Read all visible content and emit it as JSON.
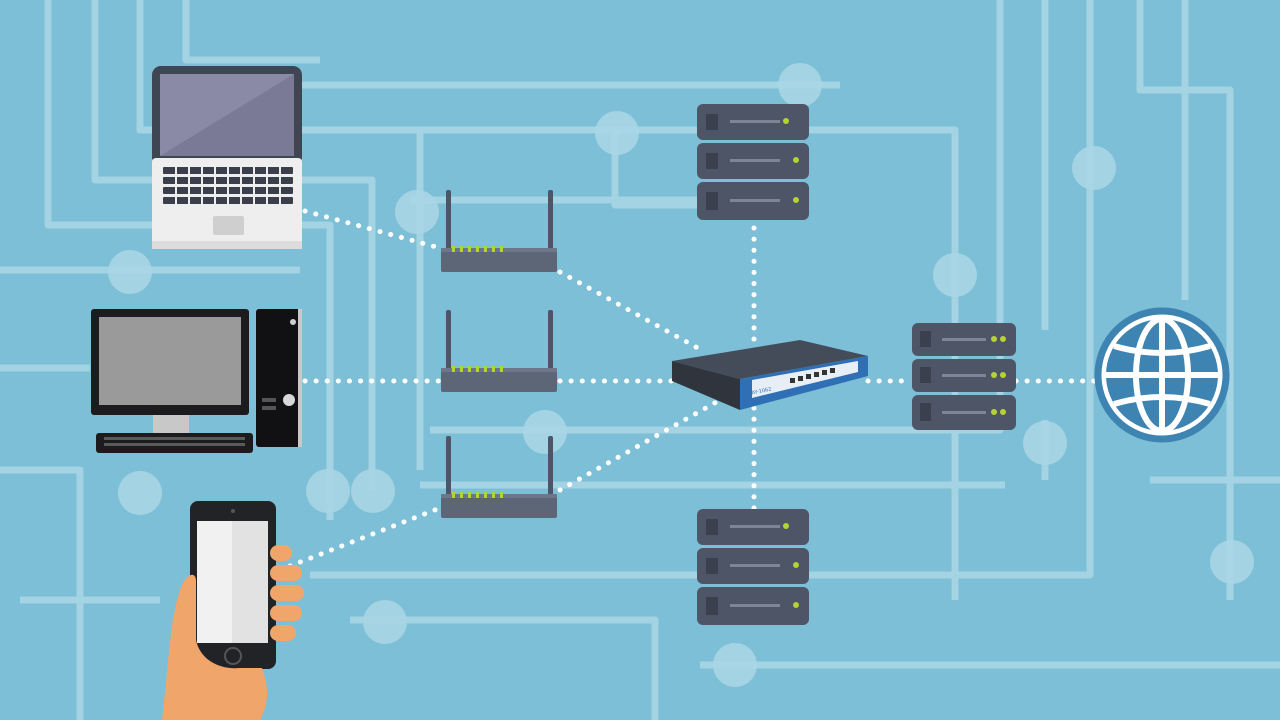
{
  "colors": {
    "background": "#7cbfd6",
    "circuit": "#a9d6e5",
    "device_dark": "#4d5566",
    "device_mid": "#5d6676",
    "server_led": "#b5d334",
    "router_led": "#b5d334",
    "link_dots": "#ffffff",
    "laptop_body": "#eeeeee",
    "laptop_screen": "#7a7996",
    "monitor_screen": "#9a9a9a",
    "phone_screen": "#f1f1f1",
    "hand": "#f0a56b",
    "globe": "#3d84b2",
    "switch_accent": "#2f6fb5"
  },
  "icons": [
    "laptop-icon",
    "desktop-computer-icon",
    "smartphone-in-hand-icon",
    "wireless-router-icon",
    "network-switch-icon",
    "server-rack-icon",
    "globe-icon"
  ],
  "diagram": {
    "devices": [
      "laptop",
      "desktop",
      "smartphone"
    ],
    "routers": 3,
    "switches": 1,
    "servers": 3,
    "internet": "globe"
  },
  "switch_label": "DRAY-1062"
}
